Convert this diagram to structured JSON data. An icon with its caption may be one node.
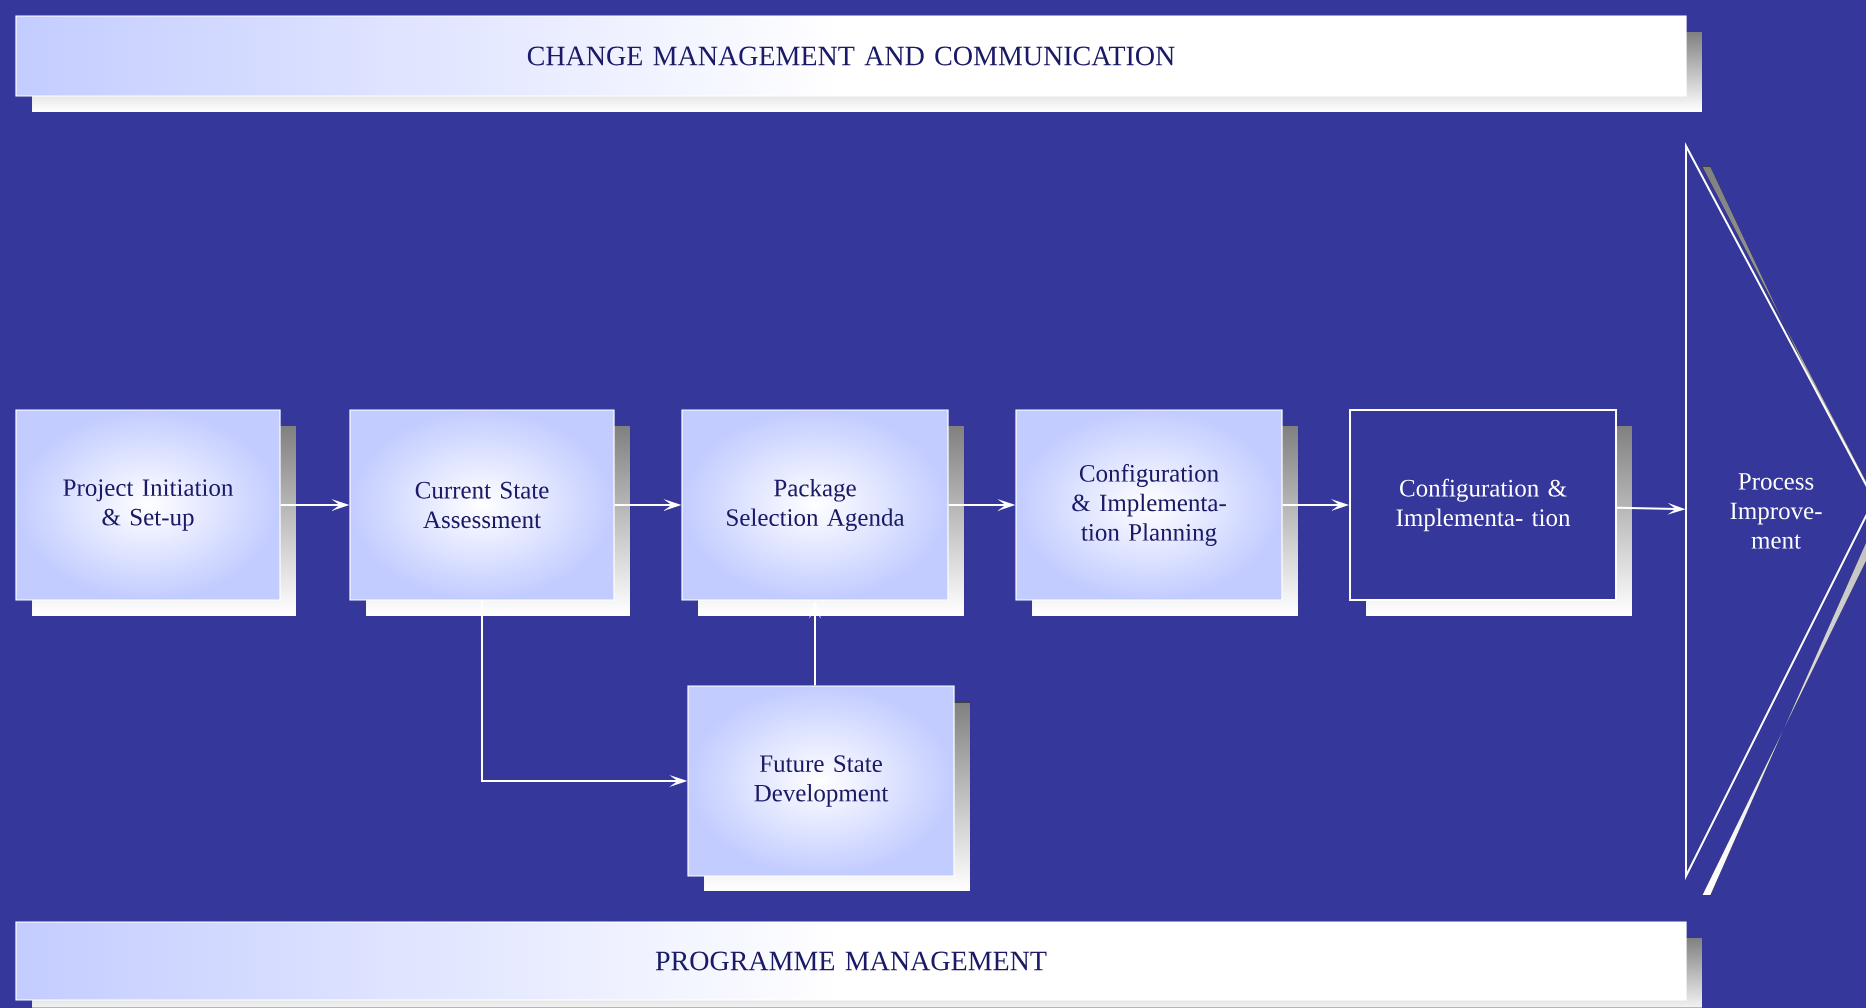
{
  "diagram": {
    "nodes": [
      {
        "text": [
          "CHANGE MANAGEMENT AND COMMUNICATION"
        ]
      },
      {
        "text": [
          "Project Initiation & Set-up"
        ]
      },
      {
        "text": [
          "Current State Assessment"
        ]
      },
      {
        "text": [
          "Package Selection Agenda"
        ]
      },
      {
        "text": [
          "Configuration & Implementa- tion Planning"
        ]
      },
      {
        "text": [
          "Configuration & Implementa- tion"
        ]
      },
      {
        "text": [
          "Process Improve- ment"
        ]
      },
      {
        "text": [
          "Future State Development"
        ]
      },
      {
        "text": [
          "PROGRAMME MANAGEMENT"
        ]
      }
    ],
    "edges": [
      {
        "from": 1,
        "to": 2,
        "arrow": "to"
      },
      {
        "from": 2,
        "to": 3,
        "arrow": "to"
      },
      {
        "from": 3,
        "to": 4,
        "arrow": "to"
      },
      {
        "from": 4,
        "to": 5,
        "arrow": "to"
      },
      {
        "from": 5,
        "to": 6,
        "arrow": "to"
      },
      {
        "from": 2,
        "to": 7,
        "arrow": "to"
      },
      {
        "from": 7,
        "to": 3,
        "arrow": "to"
      }
    ]
  }
}
